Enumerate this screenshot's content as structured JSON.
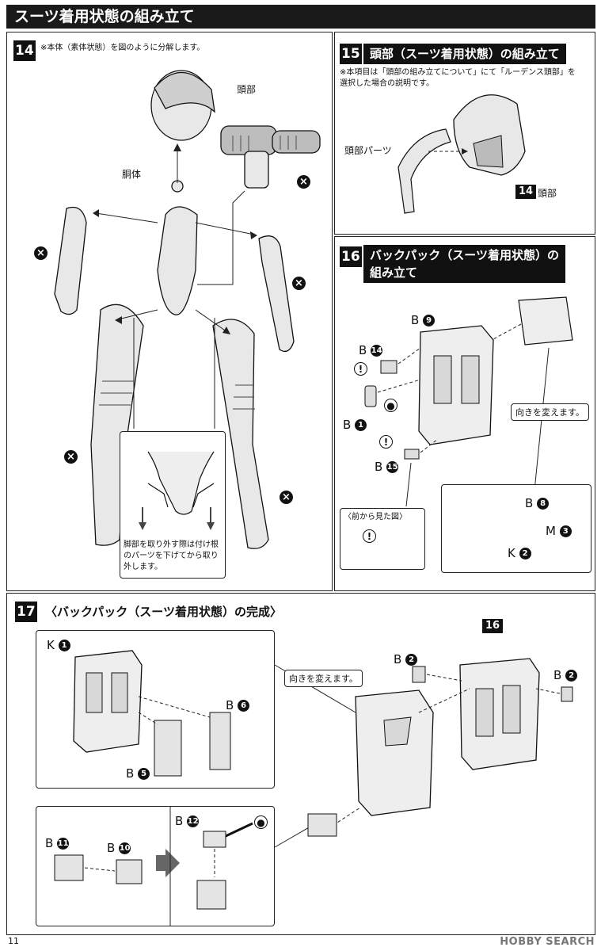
{
  "header": {
    "title": "スーツ着用状態の組み立て"
  },
  "step14": {
    "num": "14",
    "note": "※本体（素体状態）を図のように分解します。",
    "head_label": "頭部",
    "torso_label": "胴体",
    "leg_note": "脚部を取り外す際は付け根のパーツを下げてから取り外します。"
  },
  "step15": {
    "num": "15",
    "title": "頭部（スーツ着用状態）の組み立て",
    "note": "※本項目は「頭部の組み立てについて」にて「ルーデンス頭部」を選択した場合の説明です。",
    "parts_label": "頭部パーツ",
    "ref_num": "14",
    "ref_label": "頭部"
  },
  "step16": {
    "num": "16",
    "title_line1": "バックパック（スーツ着用状態）の",
    "title_line2": "組み立て",
    "part_b9": {
      "letter": "B",
      "n": "9"
    },
    "part_b14": {
      "letter": "B",
      "n": "14"
    },
    "part_b1": {
      "letter": "B",
      "n": "1"
    },
    "part_b15": {
      "letter": "B",
      "n": "15"
    },
    "part_b8": {
      "letter": "B",
      "n": "8"
    },
    "part_m3": {
      "letter": "M",
      "n": "3"
    },
    "part_k2": {
      "letter": "K",
      "n": "2"
    },
    "turn_note": "向きを変えます。",
    "front_view": "〈前から見た図〉"
  },
  "step17": {
    "num": "17",
    "title": "〈バックパック（スーツ着用状態）の完成〉",
    "part_k1": {
      "letter": "K",
      "n": "1"
    },
    "part_b6": {
      "letter": "B",
      "n": "6"
    },
    "part_b5": {
      "letter": "B",
      "n": "5"
    },
    "part_b2a": {
      "letter": "B",
      "n": "2"
    },
    "part_b2b": {
      "letter": "B",
      "n": "2"
    },
    "part_b12": {
      "letter": "B",
      "n": "12"
    },
    "part_b11": {
      "letter": "B",
      "n": "11"
    },
    "part_b10": {
      "letter": "B",
      "n": "10"
    },
    "ref_num": "16",
    "turn_note": "向きを変えます。"
  },
  "footer": {
    "page": "11",
    "watermark": "HOBBY SEARCH"
  },
  "icons": {
    "remove": "x-circle-icon",
    "caution": "exclamation-icon",
    "glue": "drop-icon"
  }
}
